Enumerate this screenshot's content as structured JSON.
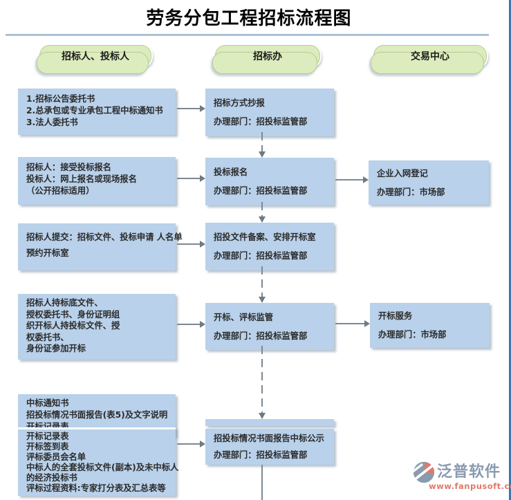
{
  "title": "劳务分包工程招标流程图",
  "lanes": [
    {
      "label": "招标人、投标人"
    },
    {
      "label": "招标办"
    },
    {
      "label": "交易中心"
    }
  ],
  "boxes": {
    "l1": {
      "lines": [
        "1.招标公告委托书",
        "2.总承包或专业承包工程中标通知书",
        "3.法人委托书"
      ]
    },
    "l2": {
      "lines": [
        "招标人：接受投标报名",
        "投标人：网上报名或现场报名",
        "（公开招标适用）"
      ]
    },
    "l3": {
      "lines": [
        "招标人提交：招标文件、投标申请 人名单",
        "预约开标室"
      ]
    },
    "l4": {
      "lines": [
        "招标人持标底文件、",
        "授权委托书、身份证明组",
        "织开标人持投标文件、授",
        "权委托书、",
        "身份证参加开标"
      ]
    },
    "l5a": {
      "lines": [
        "中标通知书",
        "招投标情况书面报告(表5)及文字说明",
        "开标记录表"
      ]
    },
    "l5b": {
      "lines": [
        "开标记录表",
        "开标签到表",
        "评标委员会名单",
        "中标人的全套投标文件(副本)及未中标人",
        "的经济投标书",
        "评标过程资料:专家打分表及汇总表等"
      ]
    },
    "m1": {
      "lines": [
        "招标方式抄报",
        "办理部门：招投标监管部"
      ]
    },
    "m2": {
      "lines": [
        "投标报名",
        "办理部门：招投标监管部"
      ]
    },
    "m3": {
      "lines": [
        "招投文件备案、安排开标室",
        "办理部门：招投标监管部"
      ]
    },
    "m4": {
      "lines": [
        "开标、评标监管",
        "办理部门：招投标监管部"
      ]
    },
    "m5": {
      "lines": [
        "招投标情况书面报告中标公示",
        "办理部门：招投标监管部"
      ]
    },
    "r2": {
      "lines": [
        "企业入网登记",
        "办理部门：市场部"
      ]
    },
    "r4": {
      "lines": [
        "开标服务",
        "办理部门：市场部"
      ]
    }
  },
  "logo": {
    "name": "泛普软件",
    "url": "www.fanpusoft.com"
  },
  "colors": {
    "box_fill": "#b9d1ea",
    "pill_fill": "#dcecbe",
    "pill_border": "#b7cd90",
    "title_rule": "#a9c2d6",
    "page_border": "#3f73ad",
    "arrow": "#7d8891",
    "logo_gray": "#8a9bb0",
    "logo_red": "#e0796a"
  }
}
